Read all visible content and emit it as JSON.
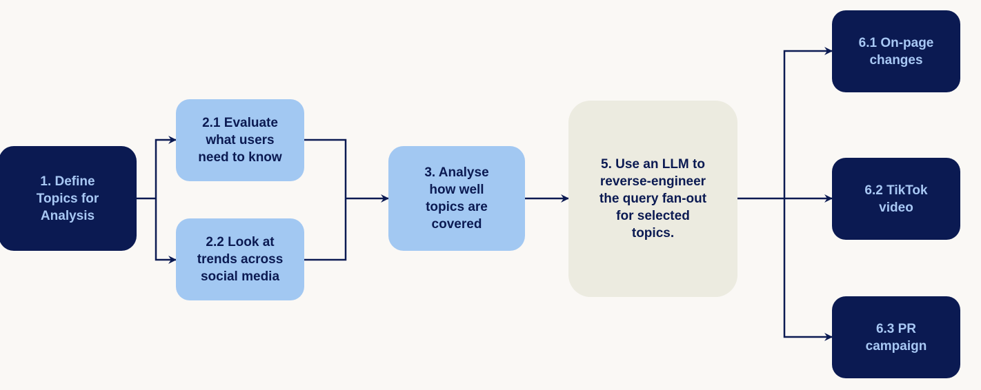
{
  "colors": {
    "background": "#faf8f5",
    "dark_navy": "#0b1a52",
    "light_blue": "#a2c8f2",
    "beige": "#ecebe0",
    "light_text": "#a8c8f4",
    "dark_text": "#0b1a52",
    "connector": "#0b1a52"
  },
  "nodes": {
    "define_topics": {
      "label": "1. Define\nTopics for\nAnalysis"
    },
    "evaluate_users": {
      "label": "2.1 Evaluate\nwhat users\nneed to know"
    },
    "social_trends": {
      "label": "2.2 Look at\ntrends across\nsocial media"
    },
    "analyse_coverage": {
      "label": "3. Analyse\nhow well\ntopics are\ncovered"
    },
    "llm_fanout": {
      "label": "5. Use an LLM to\nreverse-engineer\nthe query fan-out\nfor selected\ntopics."
    },
    "onpage_changes": {
      "label": "6.1 On-page\nchanges"
    },
    "tiktok_video": {
      "label": "6.2 TikTok\nvideo"
    },
    "pr_campaign": {
      "label": "6.3 PR\ncampaign"
    }
  }
}
